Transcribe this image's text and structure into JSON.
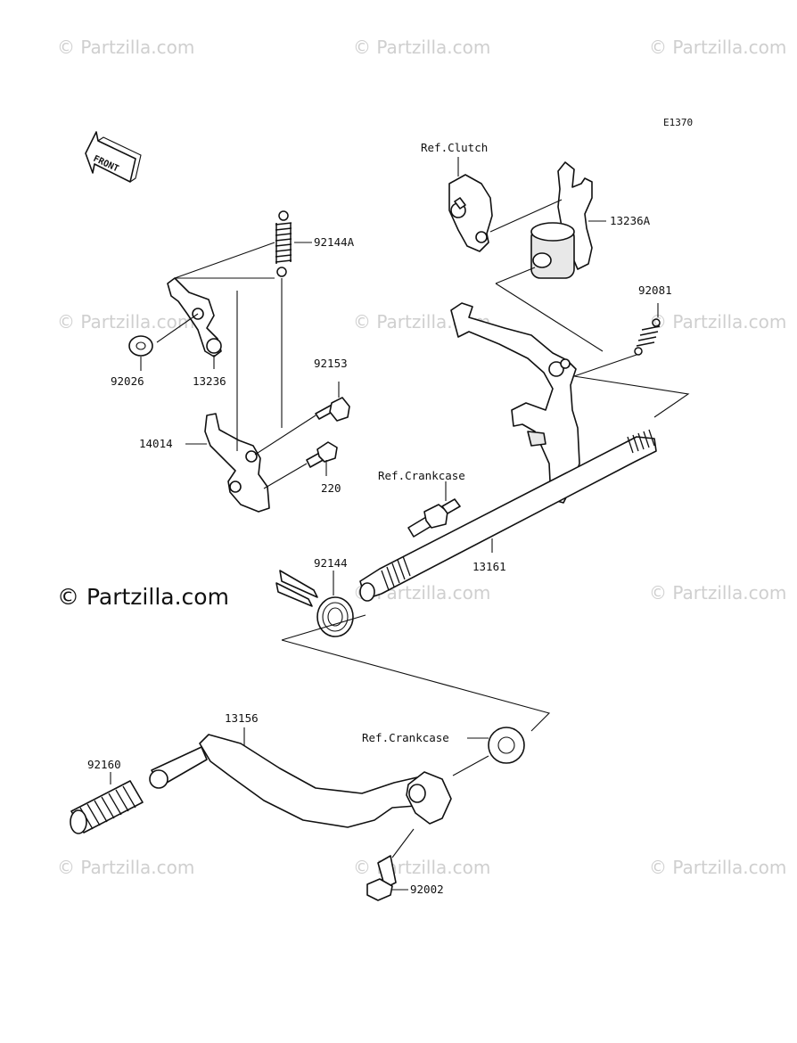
{
  "diagram_code": "E1370",
  "watermark": {
    "text": "© Partzilla.com",
    "main_text": "© Partzilla.com"
  },
  "front_indicator": "FRONT",
  "parts": {
    "p92144A": "92144A",
    "p92026": "92026",
    "p13236": "13236",
    "p92153": "92153",
    "p14014": "14014",
    "p220": "220",
    "refClutch": "Ref.Clutch",
    "p13236A": "13236A",
    "p92081": "92081",
    "refCrankcase1": "Ref.Crankcase",
    "p13161": "13161",
    "p92144": "92144",
    "p13156": "13156",
    "refCrankcase2": "Ref.Crankcase",
    "p92160": "92160",
    "p92002": "92002"
  },
  "colors": {
    "line": "#111111",
    "watermark": "#cfcfcf",
    "background": "#ffffff"
  }
}
